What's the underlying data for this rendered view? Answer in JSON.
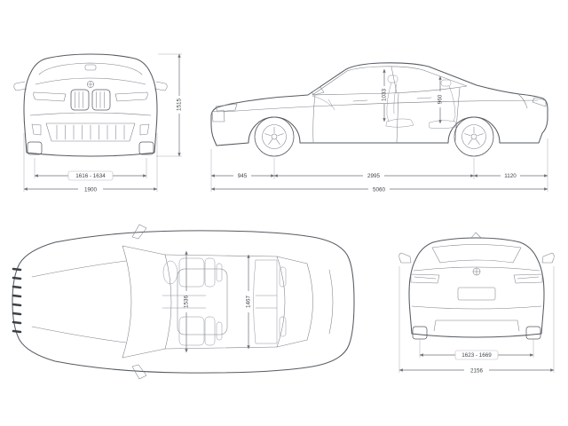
{
  "colors": {
    "background": "#ffffff",
    "car_line": "#565b61",
    "detail_line": "#7b8086",
    "seat_line": "#8f959c",
    "dim_line": "#6a6f76",
    "ext_line": "#a8adb3",
    "dim_text": "#3f444a",
    "grille_dark": "#3c4146",
    "box_stroke": "#b9bec4"
  },
  "views": {
    "front": {
      "dims": {
        "track_width": "1616 - 1634",
        "overall_width": "1900",
        "overall_height": "1515"
      }
    },
    "side": {
      "dims": {
        "front_overhang": "945",
        "wheelbase": "2995",
        "rear_overhang": "1120",
        "overall_length": "5060",
        "front_headroom": "1033",
        "rear_headroom": "960"
      }
    },
    "top": {
      "dims": {
        "front_interior_width": "1536",
        "rear_interior_width": "1467"
      }
    },
    "rear": {
      "dims": {
        "track_width": "1623 - 1669",
        "overall_width_mirrors": "2156"
      }
    }
  }
}
